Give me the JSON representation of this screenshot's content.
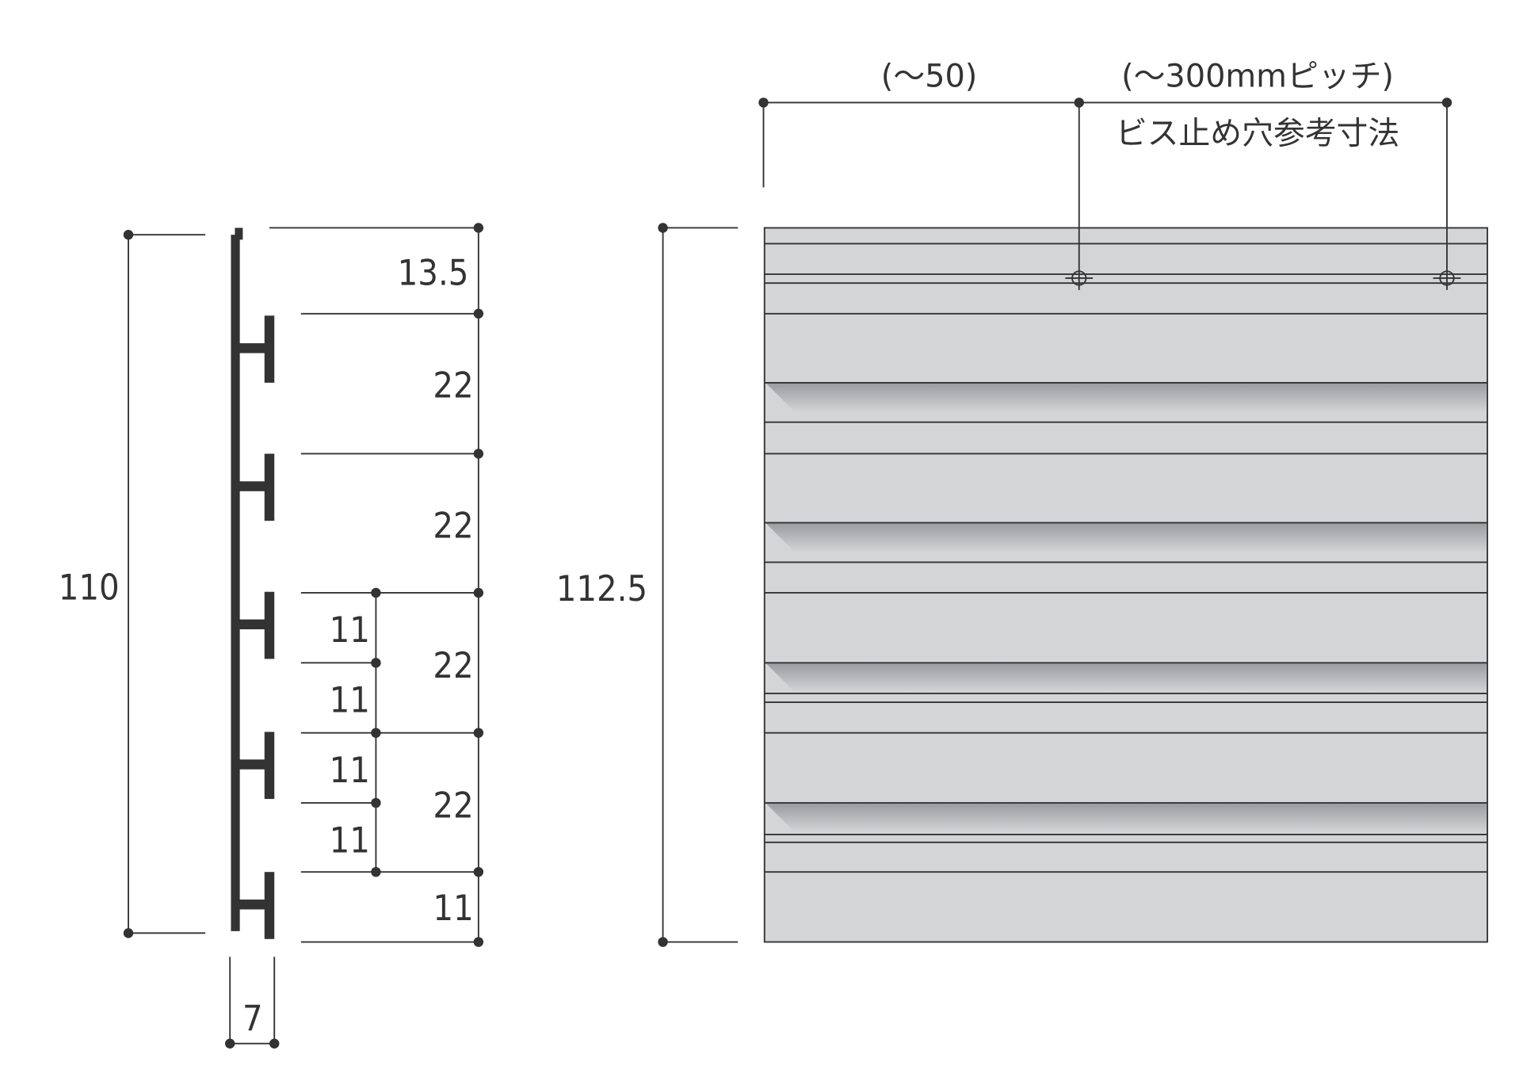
{
  "side_section": {
    "total_height": "110",
    "thickness": "7",
    "segments": [
      "13.5",
      "22",
      "22",
      "22",
      "22",
      "11"
    ],
    "sub_segments": [
      "11",
      "11",
      "11",
      "11"
    ]
  },
  "front_view": {
    "total_height": "112.5",
    "edge_offset": "(～50)",
    "pitch": "(～300mmピッチ)",
    "note": "ビス止め穴参考寸法"
  },
  "colors": {
    "line": "#333333",
    "panel": "#d4d5d7"
  }
}
